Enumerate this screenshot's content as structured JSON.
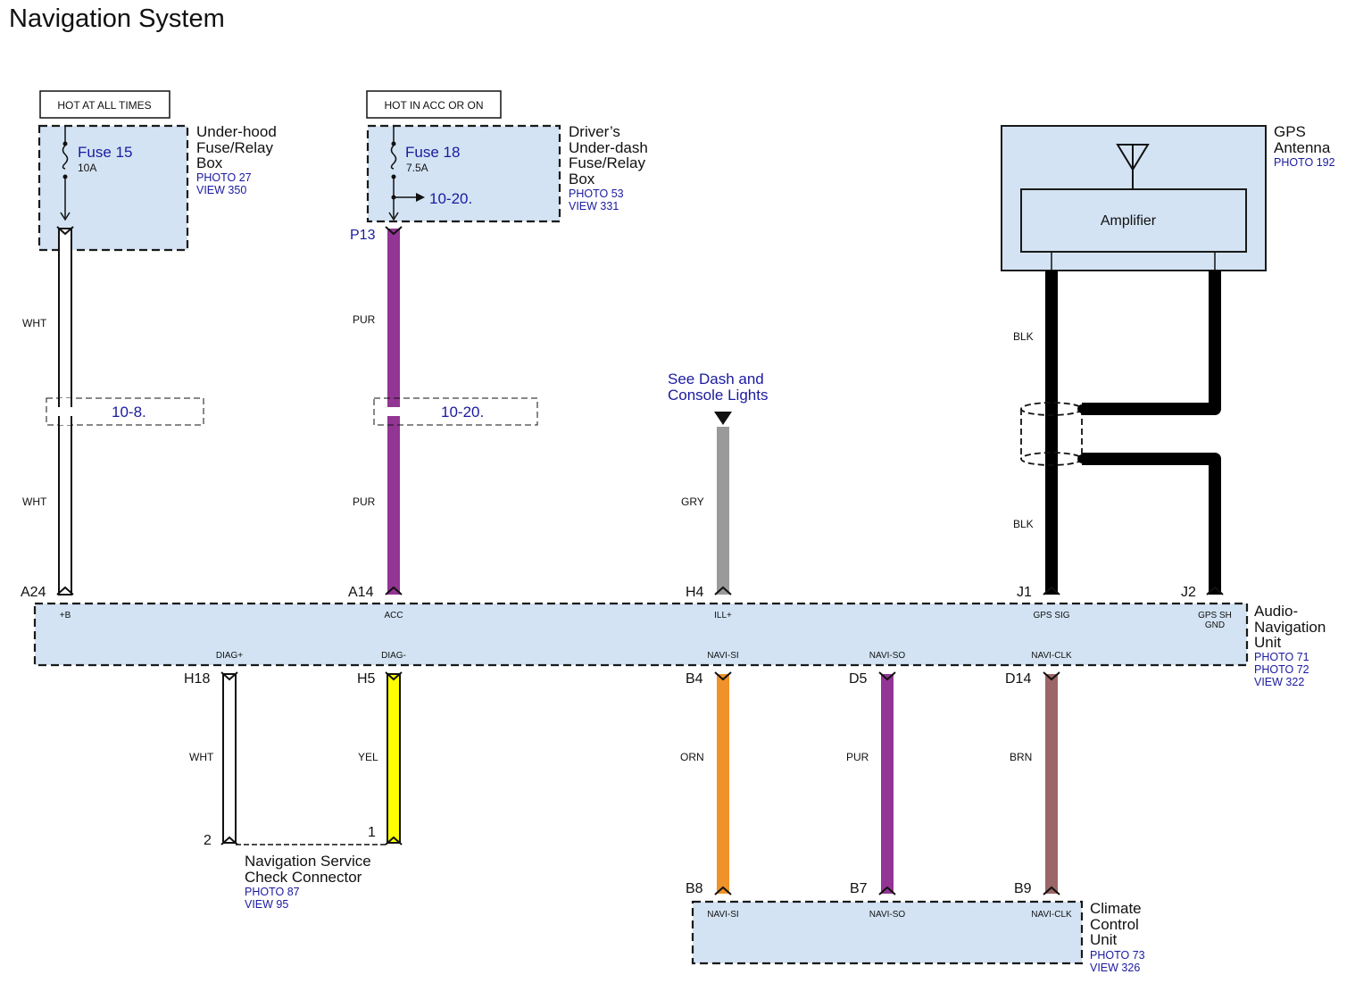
{
  "title": "Navigation System",
  "colors": {
    "box_fill": "#d3e3f3",
    "link_blue": "#1a1aa0",
    "wire_WHT": "#ffffff",
    "wire_PUR": "#933594",
    "wire_GRY": "#9a9a9a",
    "wire_BLK": "#000000",
    "wire_YEL": "#ffff00",
    "wire_ORN": "#f0922a",
    "wire_BRN": "#9b6667"
  },
  "underhood": {
    "hot_label": "HOT AT ALL TIMES",
    "fuse_name": "Fuse 15",
    "fuse_rating": "10A",
    "name_lines": [
      "Under-hood",
      "Fuse/Relay",
      "Box"
    ],
    "photo": "PHOTO 27",
    "view": "VIEW 350"
  },
  "underdash": {
    "hot_label": "HOT IN ACC OR ON",
    "fuse_name": "Fuse 18",
    "fuse_rating": "7.5A",
    "branch_ref": "10-20.",
    "name_lines": [
      "Driver’s",
      "Under-dash",
      "Fuse/Relay",
      "Box"
    ],
    "photo": "PHOTO 53",
    "view": "VIEW 331",
    "connector": "P13"
  },
  "gps_antenna": {
    "name_lines": [
      "GPS",
      "Antenna"
    ],
    "photo": "PHOTO 192",
    "amplifier": "Amplifier"
  },
  "dash_ref": {
    "lines": [
      "See Dash and",
      "Console Lights"
    ]
  },
  "splice_refs": {
    "left": "10-8.",
    "mid": "10-20."
  },
  "wire_colors": {
    "wht_upper_1": "WHT",
    "wht_upper_2": "WHT",
    "pur_upper_1": "PUR",
    "pur_upper_2": "PUR",
    "gry": "GRY",
    "blk_1": "BLK",
    "blk_2": "BLK",
    "wht_lower": "WHT",
    "yel": "YEL",
    "orn": "ORN",
    "pur_lower": "PUR",
    "brn": "BRN"
  },
  "audio_nav": {
    "name_lines": [
      "Audio-",
      "Navigation",
      "Unit"
    ],
    "photos": [
      "PHOTO 71",
      "PHOTO 72",
      "VIEW 322"
    ],
    "top_pins": [
      {
        "pin": "A24",
        "signal": "+B"
      },
      {
        "pin": "A14",
        "signal": "ACC"
      },
      {
        "pin": "H4",
        "signal": "ILL+"
      },
      {
        "pin": "J1",
        "signal": "GPS SIG"
      },
      {
        "pin": "J2",
        "signal_lines": [
          "GPS SH",
          "GND"
        ]
      }
    ],
    "bottom_pins": [
      {
        "pin": "H18",
        "signal": "DIAG+"
      },
      {
        "pin": "H5",
        "signal": "DIAG-"
      },
      {
        "pin": "B4",
        "signal": "NAVI-SI"
      },
      {
        "pin": "D5",
        "signal": "NAVI-SO"
      },
      {
        "pin": "D14",
        "signal": "NAVI-CLK"
      }
    ]
  },
  "check_connector": {
    "pin_left": "2",
    "pin_right": "1",
    "name_lines": [
      "Navigation Service",
      "Check Connector"
    ],
    "photo": "PHOTO 87",
    "view": "VIEW 95"
  },
  "climate": {
    "name_lines": [
      "Climate",
      "Control",
      "Unit"
    ],
    "photo": "PHOTO 73",
    "view": "VIEW 326",
    "pins": [
      {
        "pin": "B8",
        "signal": "NAVI-SI"
      },
      {
        "pin": "B7",
        "signal": "NAVI-SO"
      },
      {
        "pin": "B9",
        "signal": "NAVI-CLK"
      }
    ]
  }
}
